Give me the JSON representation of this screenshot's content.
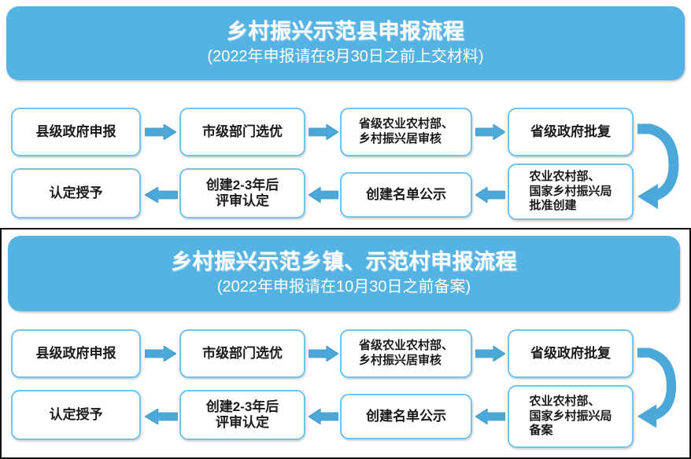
{
  "sections": [
    {
      "banner": {
        "title": "乡村振兴示范县申报流程",
        "subtitle": "(2022年申报请在8月30日之前上交材料)"
      },
      "nodes": [
        {
          "id": "n1",
          "label": "县级政府申报"
        },
        {
          "id": "n2",
          "label": "市级部门选优"
        },
        {
          "id": "n3",
          "label": "省级农业农村部、\n乡村振兴居审核"
        },
        {
          "id": "n4",
          "label": "省级政府批复"
        },
        {
          "id": "n5",
          "label": "农业农村部、\n国家乡村振兴局\n批准创建"
        },
        {
          "id": "n6",
          "label": "创建名单公示"
        },
        {
          "id": "n7",
          "label": "创建2-3年后\n评审认定"
        },
        {
          "id": "n8",
          "label": "认定授予"
        }
      ]
    },
    {
      "banner": {
        "title": "乡村振兴示范乡镇、示范村申报流程",
        "subtitle": "(2022年申报请在10月30日之前备案)"
      },
      "nodes": [
        {
          "id": "m1",
          "label": "县级政府申报"
        },
        {
          "id": "m2",
          "label": "市级部门选优"
        },
        {
          "id": "m3",
          "label": "省级农业农村部、\n乡村振兴居审核"
        },
        {
          "id": "m4",
          "label": "省级政府批复"
        },
        {
          "id": "m5",
          "label": "农业农村部、\n国家乡村振兴局\n备案"
        },
        {
          "id": "m6",
          "label": "创建名单公示"
        },
        {
          "id": "m7",
          "label": "创建2-3年后\n评审认定"
        },
        {
          "id": "m8",
          "label": "认定授予"
        }
      ]
    }
  ],
  "colors": {
    "banner_blue": "#55b3e4",
    "box_border_blue": "#6fc3ec",
    "arrow_blue": "#4ba8d8",
    "arrow_blue_light": "#7fc9e8",
    "text_dark": "#1a1a1a",
    "frame_dark": "#111111"
  }
}
